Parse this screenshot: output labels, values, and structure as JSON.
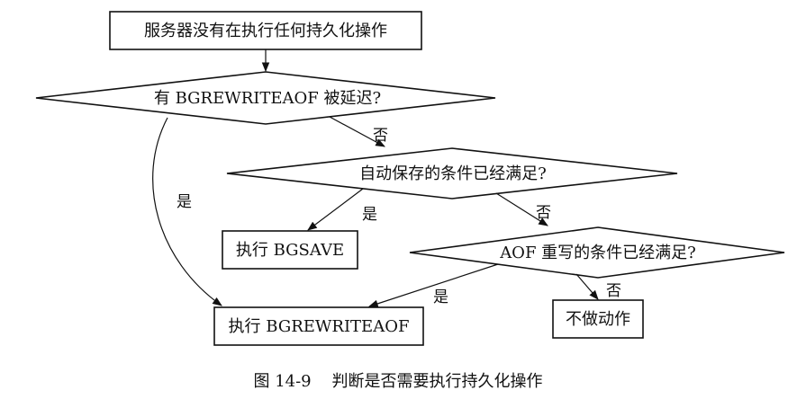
{
  "nodes": {
    "start": "服务器没有在执行任何持久化操作",
    "q_bgrewrite_delayed": "有 BGREWRITEAOF 被延迟?",
    "q_autosave_met": "自动保存的条件已经满足?",
    "do_bgsave": "执行  BGSAVE",
    "q_aof_rewrite_met": "AOF 重写的条件已经满足?",
    "do_bgrewriteaof": "执行  BGREWRITEAOF",
    "no_action": "不做动作"
  },
  "edges": {
    "yes": "是",
    "no": "否"
  },
  "caption": "图 14-9    判断是否需要执行持久化操作",
  "colors": {
    "ink": "#111111",
    "background": "#ffffff"
  }
}
